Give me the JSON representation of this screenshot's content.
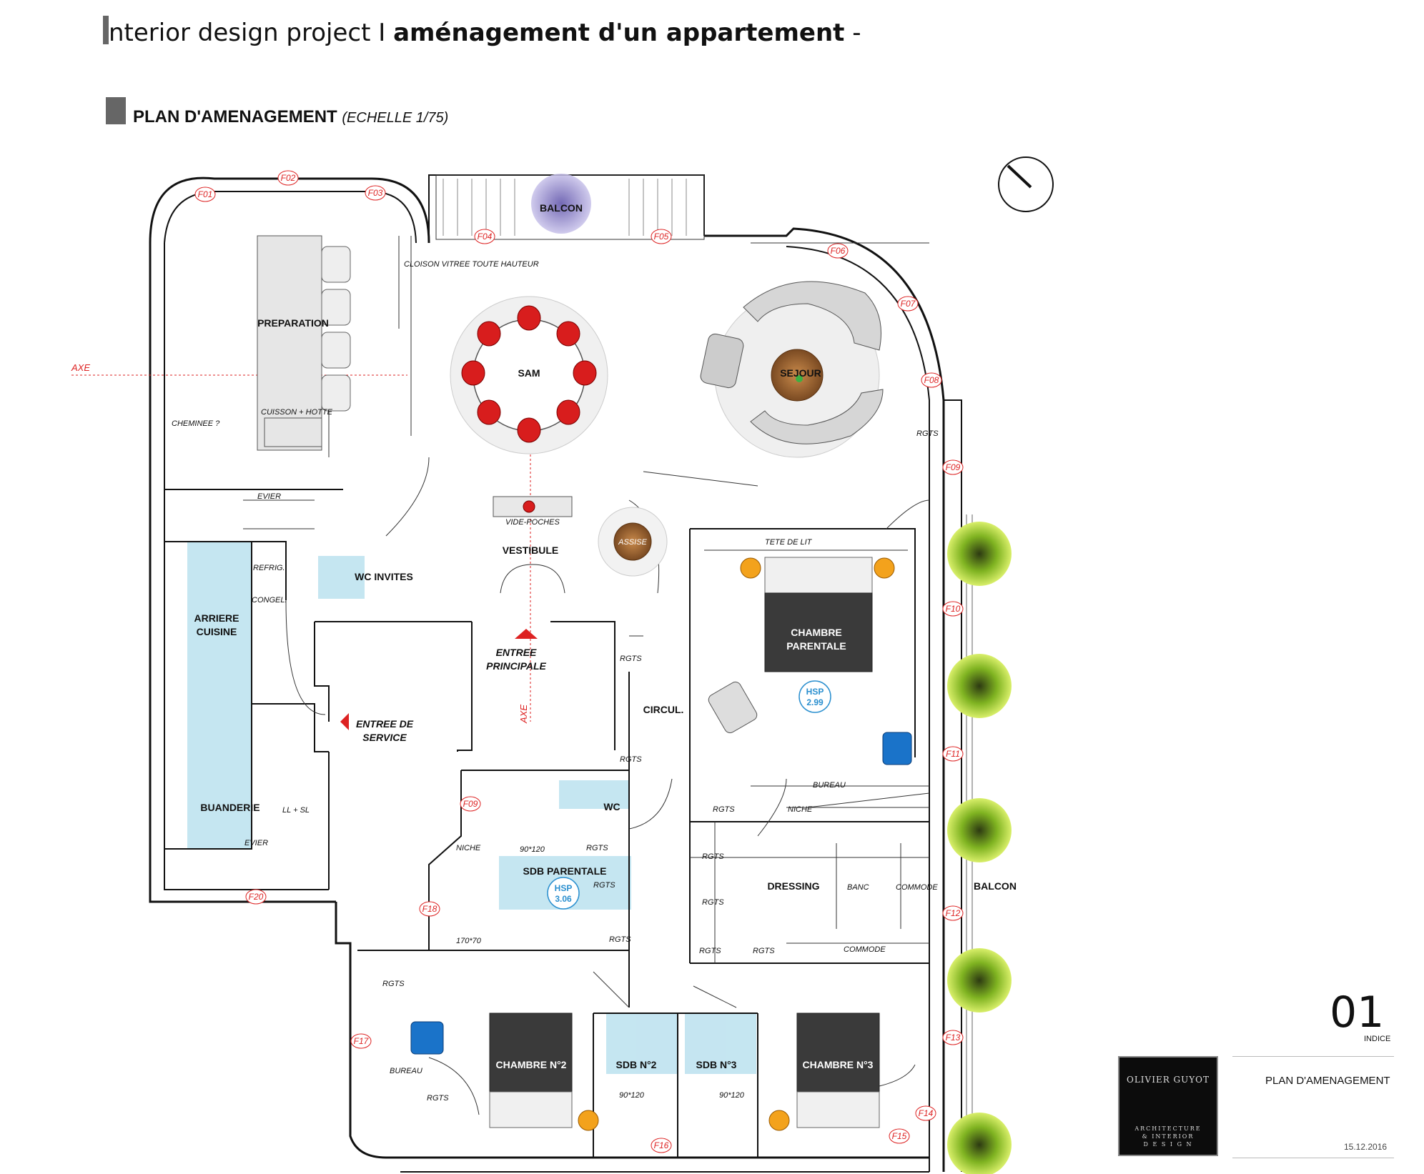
{
  "header": {
    "title_light": "nterior design project I ",
    "title_bold": "aménagement d'un appartement",
    "title_tail": " -"
  },
  "section": {
    "title": "PLAN D'AMENAGEMENT",
    "scale": "(ECHELLE 1/75)"
  },
  "rooms": {
    "balcon_top": "BALCON",
    "preparation": "PREPARATION",
    "sam": "SAM",
    "sejour": "SEJOUR",
    "vestibule": "VESTIBULE",
    "wc_invites": "WC INVITES",
    "arriere_cuisine_1": "ARRIERE",
    "arriere_cuisine_2": "CUISINE",
    "buanderie": "BUANDERIE",
    "chambre_parentale_1": "CHAMBRE",
    "chambre_parentale_2": "PARENTALE",
    "circul": "CIRCUL.",
    "wc": "WC",
    "sdb_parentale": "SDB PARENTALE",
    "dressing": "DRESSING",
    "balcon_right": "BALCON",
    "chambre2": "CHAMBRE N°2",
    "sdb2": "SDB N°2",
    "sdb3": "SDB N°3",
    "chambre3": "CHAMBRE N°3"
  },
  "small_labels": {
    "cloison": "CLOISON VITREE TOUTE HAUTEUR",
    "cuisson": "CUISSON + HOTTE",
    "cheminee": "CHEMINEE ?",
    "evier1": "EVIER",
    "refrig": "REFRIG.",
    "congel": "CONGEL.",
    "vide_poches": "VIDE-POCHES",
    "assise": "ASSISE",
    "tete_de_lit": "TETE DE LIT",
    "ll_sl": "LL + SL",
    "evier2": "EVIER",
    "niche1": "NICHE",
    "d90x120a": "90*120",
    "d170x70": "170*70",
    "bureau1": "BUREAU",
    "niche2": "NICHE",
    "banc": "BANC",
    "commode1": "COMMODE",
    "commode2": "COMMODE",
    "bureau2": "BUREAU",
    "d90x120b": "90*120",
    "d90x120c": "90*120"
  },
  "rgts_labels": [
    "RGTS",
    "RGTS",
    "RGTS",
    "RGTS",
    "RGTS",
    "RGTS",
    "RGTS",
    "RGTS",
    "RGTS",
    "RGTS",
    "RGTS",
    "RGTS",
    "RGTS"
  ],
  "annotations": {
    "entree_principale_1": "ENTREE",
    "entree_principale_2": "PRINCIPALE",
    "entree_service_1": "ENTREE DE",
    "entree_service_2": "SERVICE",
    "axe_h": "AXE",
    "axe_v": "AXE"
  },
  "hsp": [
    {
      "label": "HSP",
      "value": "2.99"
    },
    {
      "label": "HSP",
      "value": "3.06"
    }
  ],
  "windows": [
    "F01",
    "F02",
    "F03",
    "F04",
    "F05",
    "F06",
    "F07",
    "F08",
    "F09",
    "F10",
    "F11",
    "F12",
    "F13",
    "F14",
    "F15",
    "F16",
    "F17",
    "F18",
    "F09",
    "F20"
  ],
  "title_block": {
    "indice_number": "01",
    "indice_label": "INDICE",
    "logo_name": "OLIVIER GUYOT",
    "logo_sub_1": "ARCHITECTURE",
    "logo_sub_2": "& INTERIOR",
    "logo_sub_3": "D E S I G N",
    "drawing_title": "PLAN D'AMENAGEMENT",
    "date": "15.12.2016"
  },
  "colors": {
    "wet_rooms": "#bfe3f0",
    "accent_red": "#d22222",
    "chair_red": "#d81d1d",
    "bed_dark": "#3a3a3a",
    "hsp_blue": "#2a8fcf",
    "chair_blue": "#1a73c9",
    "plant_green": "#8fbf2a",
    "balcony_purple": "#9a90c8"
  }
}
